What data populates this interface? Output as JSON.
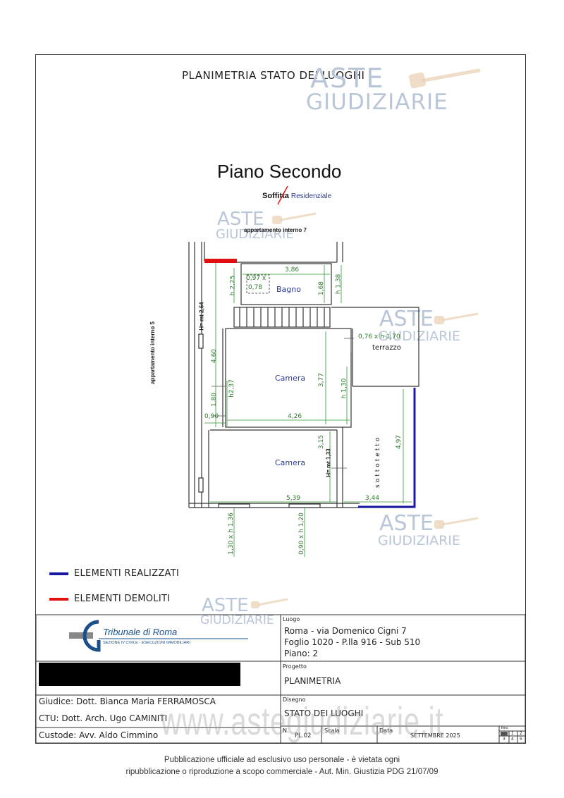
{
  "header": {
    "title": "PLANIMETRIA STATO DEI LUOGHI"
  },
  "watermark": {
    "line1": "ASTE",
    "line2": "GIUDIZIARIE",
    "site": "www.astegiudiziarie.it"
  },
  "plan": {
    "floor_title": "Piano Secondo",
    "use_old": "Soffitta",
    "use_new": "Residenziale",
    "neighbor_top": "appartamento interno 7",
    "neighbor_left": "appartamento interno 5",
    "rooms": {
      "bagno": "Bagno",
      "camera1": "Camera",
      "camera2": "Camera",
      "terrazzo": "terrazzo",
      "sottotetto": "sottotetto"
    },
    "dims": {
      "w386": "3,86",
      "h225": "h 2,25",
      "skylight1": "0,97 x",
      "skylight2": "0,78",
      "w168": "1,68",
      "h138": "h 1,38",
      "hmt264": "H= mt 2,64",
      "w460": "4,60",
      "h237": "h2,37",
      "w180": "1,80",
      "w090": "0,90",
      "w377": "3,77",
      "h130": "h 1,30",
      "w426": "4,26",
      "terr_win": "0,76 x h 1,70",
      "w315": "3,15",
      "hmt133": "H= mt 1,33",
      "w497": "4,97",
      "w539": "5,39",
      "w344": "3,44",
      "win1": "1,30 x h 1,36",
      "win2": "0,90 x h 1,20"
    }
  },
  "legend": {
    "built": {
      "label": "ELEMENTI REALIZZATI",
      "color": "#1a1aa6"
    },
    "demolished": {
      "label": "ELEMENTI DEMOLITI",
      "color": "#e01010"
    }
  },
  "titleblock": {
    "logo_name": "Tribunale di Roma",
    "logo_sub": "SEZIONE IV CIVILE - ESECUZIONI IMMOBILIARI",
    "luogo_label": "Luogo",
    "luogo_line1": "Roma - via Domenico Cigni 7",
    "luogo_line2": "Foglio 1020 - P.lla 916 - Sub 510",
    "luogo_line3": "Piano: 2",
    "progetto_label": "Progetto",
    "progetto_value": "PLANIMETRIA",
    "giudice": "Giudice: Dott. Bianca Maria FERRAMOSCA",
    "ctu": "CTU: Dott. Arch. Ugo CAMINITI",
    "custode": "Custode: Avv. Aldo Cimmino",
    "disegno_label": "Disegno",
    "disegno_value": "STATO DEI LUOGHI",
    "n_label": "N.",
    "n_value": "PL.02",
    "scala_label": "Scala",
    "data_label": "Data",
    "data_value": "SETTEMBRE 2025",
    "rev_label": "Rev.",
    "rev_cells": [
      "1",
      "2",
      "3",
      "4",
      "5"
    ]
  },
  "footer": {
    "line1": "Pubblicazione ufficiale ad esclusivo uso personale - è vietata ogni",
    "line2": "ripubblicazione o riproduzione a scopo commerciale - Aut. Min. Giustizia PDG 21/07/09"
  }
}
